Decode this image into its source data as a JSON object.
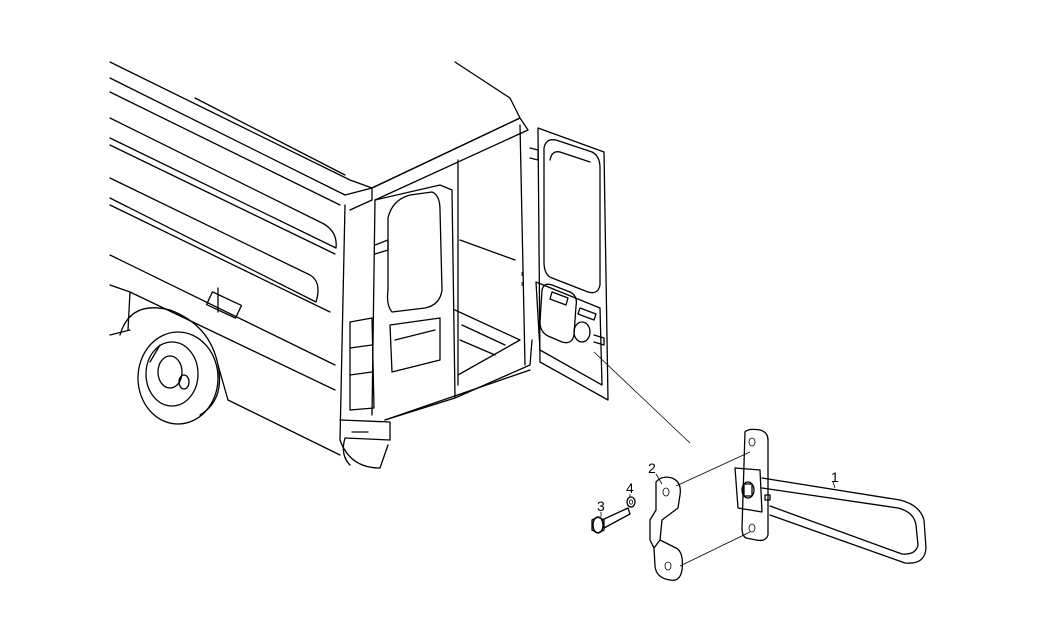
{
  "diagram": {
    "background_color": "#ffffff",
    "line_color": "#000000",
    "callouts": [
      {
        "id": "part-1",
        "text": "1"
      },
      {
        "id": "part-2",
        "text": "2"
      },
      {
        "id": "part-3",
        "text": "3"
      },
      {
        "id": "part-4",
        "text": "4"
      }
    ]
  }
}
